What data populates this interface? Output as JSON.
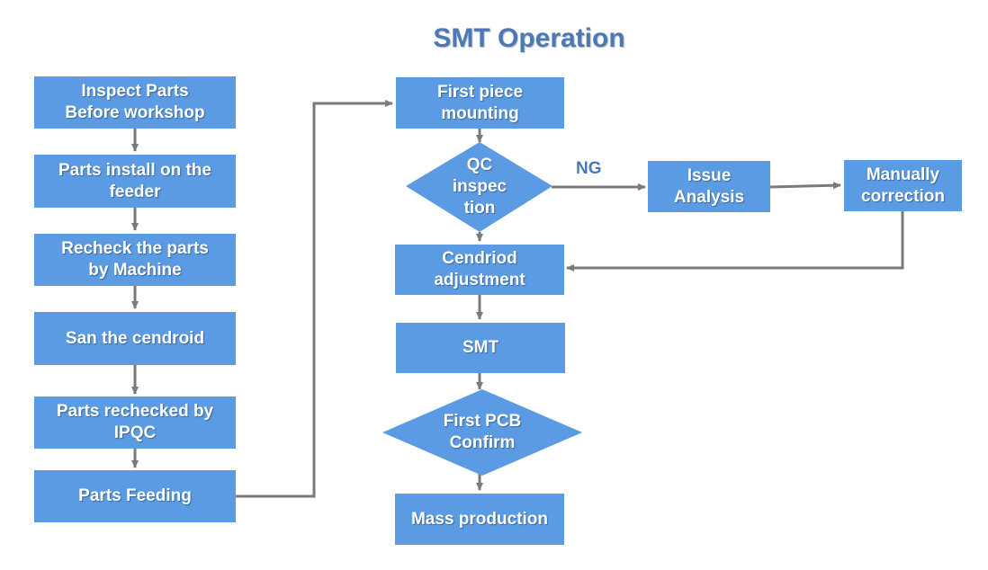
{
  "title": "SMT Operation",
  "colors": {
    "box_fill": "#5b9be3",
    "connector": "#7a7a7a",
    "title": "#4a79b6"
  },
  "left_column": {
    "inspect_parts": "Inspect Parts\nBefore workshop",
    "parts_install": "Parts install on the\nfeeder",
    "recheck_machine": "Recheck the parts\nby Machine",
    "scan_cendroid": "San the cendroid",
    "rechecked_ipqc": "Parts rechecked by\nIPQC",
    "parts_feeding": "Parts Feeding"
  },
  "center_column": {
    "first_piece": "First piece\nmounting",
    "qc_inspection": "QC\ninspec\ntion",
    "cendriod_adjustment": "Cendriod\nadjustment",
    "smt": "SMT",
    "first_pcb": "First PCB\nConfirm",
    "mass_production": "Mass production"
  },
  "right_branch": {
    "ng_label": "NG",
    "issue_analysis": "Issue\nAnalysis",
    "manual_correction": "Manually\ncorrection"
  }
}
